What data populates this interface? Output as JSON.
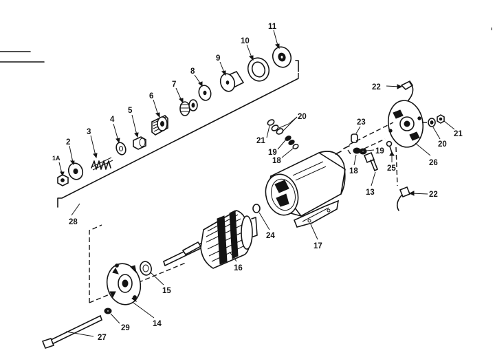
{
  "diagram": {
    "type": "exploded-parts-view",
    "callouts": {
      "c1a": "1A",
      "c2": "2",
      "c3": "3",
      "c4": "4",
      "c5": "5",
      "c6": "6",
      "c7": "7",
      "c8": "8",
      "c9": "9",
      "c10": "10",
      "c11": "11",
      "c13": "13",
      "c14": "14",
      "c15": "15",
      "c16": "16",
      "c17": "17",
      "c18a": "18",
      "c18b": "18",
      "c19a": "19",
      "c19b": "19",
      "c20a": "20",
      "c20b": "20",
      "c21a": "21",
      "c21b": "21",
      "c22a": "22",
      "c22b": "22",
      "c23": "23",
      "c24": "24",
      "c25": "25",
      "c26": "26",
      "c27": "27",
      "c28": "28",
      "c29": "29"
    }
  }
}
